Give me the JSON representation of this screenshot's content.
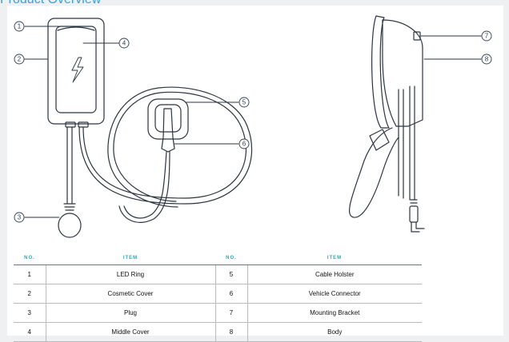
{
  "page": {
    "title": "Product Overview"
  },
  "callouts": [
    "1",
    "2",
    "3",
    "4",
    "5",
    "6",
    "7",
    "8"
  ],
  "table": {
    "headers": {
      "no": "NO.",
      "item": "ITEM"
    },
    "rows": [
      {
        "left_no": "1",
        "left_item": "LED Ring",
        "right_no": "5",
        "right_item": "Cable Holster"
      },
      {
        "left_no": "2",
        "left_item": "Cosmetic Cover",
        "right_no": "6",
        "right_item": "Vehicle Connector"
      },
      {
        "left_no": "3",
        "left_item": "Plug",
        "right_no": "7",
        "right_item": "Mounting Bracket"
      },
      {
        "left_no": "4",
        "left_item": "Middle Cover",
        "right_no": "8",
        "right_item": "Body"
      }
    ]
  }
}
